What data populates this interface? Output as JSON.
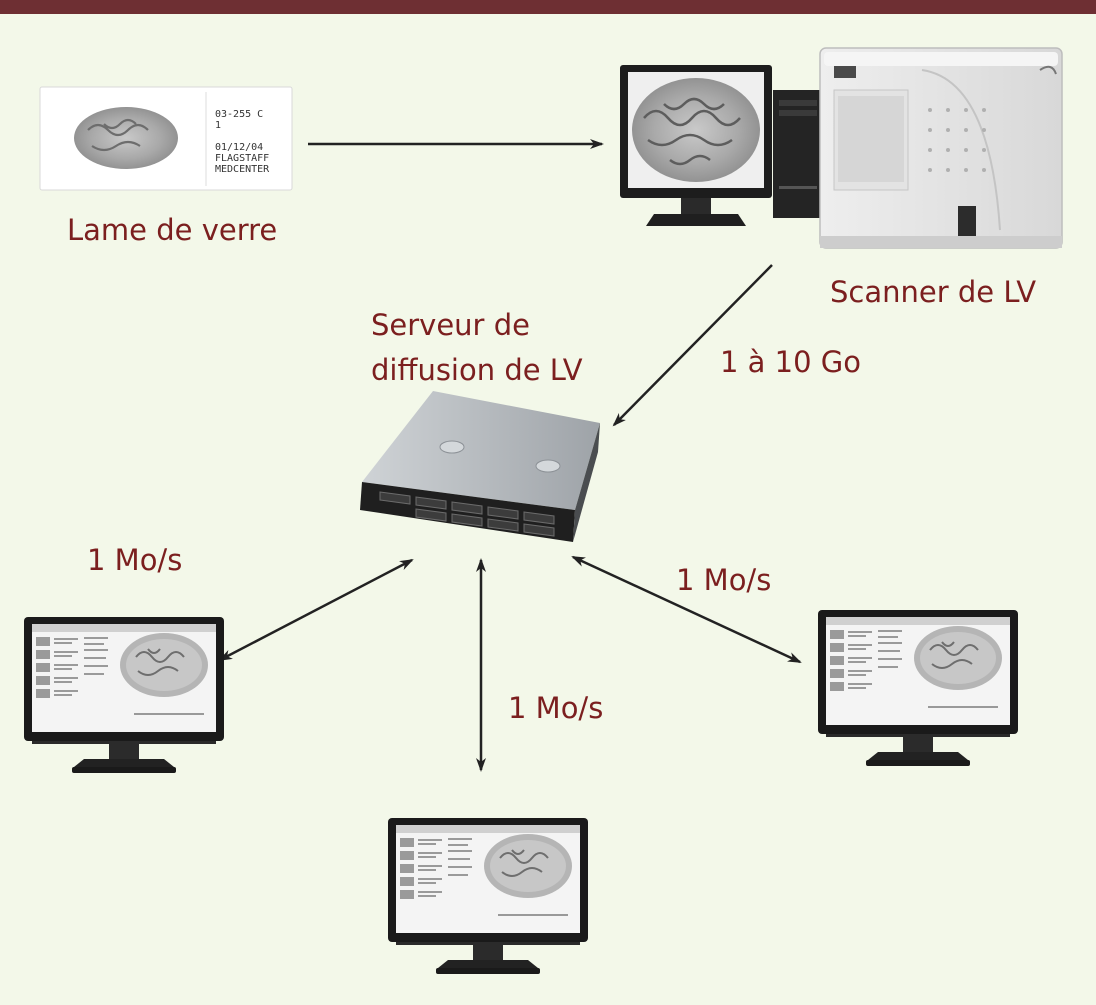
{
  "header": {
    "bar_color": "#6e2f33"
  },
  "colors": {
    "background": "#f3f8e9",
    "label_text": "#7b1f1f",
    "arrow": "#222222"
  },
  "slide": {
    "name": "Lame de verre",
    "text_lines": [
      "03-255 C",
      "1      ",
      "",
      "01/12/04",
      "FLAGSTAFF",
      "MEDCENTER"
    ],
    "icon": "glass-slide-icon"
  },
  "scanner": {
    "name": "Scanner de LV",
    "icon": "slide-scanner-icon"
  },
  "server": {
    "name_line1": "Serveur de",
    "name_line2": "diffusion de LV",
    "icon": "rack-server-icon"
  },
  "links": {
    "scanner_to_server": "1 à 10 Go",
    "server_to_left": "1 Mo/s",
    "server_to_bottom": "1 Mo/s",
    "server_to_right": "1 Mo/s"
  },
  "clients": [
    {
      "icon": "viewer-monitor-icon"
    },
    {
      "icon": "viewer-monitor-icon"
    },
    {
      "icon": "viewer-monitor-icon"
    }
  ]
}
